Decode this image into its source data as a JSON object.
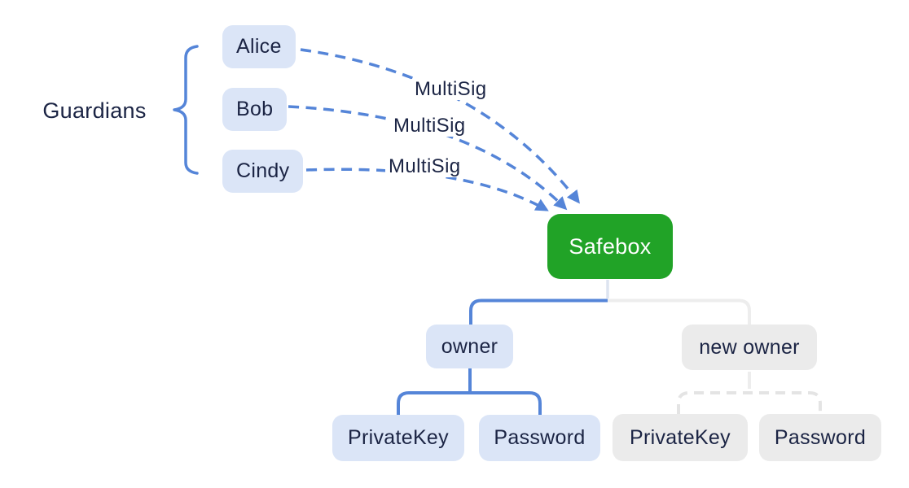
{
  "diagram": {
    "guardians_group": {
      "label": "Guardians",
      "members": [
        {
          "label": "Alice"
        },
        {
          "label": "Bob"
        },
        {
          "label": "Cindy"
        }
      ]
    },
    "edges": [
      {
        "from": "Alice",
        "to": "Safebox",
        "label": "MultiSig",
        "style": "dashed-arrow"
      },
      {
        "from": "Bob",
        "to": "Safebox",
        "label": "MultiSig",
        "style": "dashed-arrow"
      },
      {
        "from": "Cindy",
        "to": "Safebox",
        "label": "MultiSig",
        "style": "dashed-arrow"
      }
    ],
    "safebox": {
      "label": "Safebox"
    },
    "owner_branch": {
      "label": "owner",
      "connector_style": "solid-blue",
      "children": [
        {
          "label": "PrivateKey"
        },
        {
          "label": "Password"
        }
      ]
    },
    "new_owner_branch": {
      "label": "new owner",
      "connector_style": "dashed-gray",
      "children": [
        {
          "label": "PrivateKey"
        },
        {
          "label": "Password"
        }
      ]
    }
  },
  "icons": [
    {
      "name": "curly-brace",
      "meaning": "groups Alice, Bob, Cindy under Guardians"
    },
    {
      "name": "arrowhead",
      "meaning": "dashed arrow pointing into Safebox"
    }
  ],
  "colors": {
    "canvas_bg": "#ffffff",
    "accent_blue": "#5585d8",
    "node_blue_bg": "#dbe5f7",
    "node_gray_bg": "#ebebeb",
    "gray_line": "#ededed",
    "gray_dash_line": "#e4e4e4",
    "pale_stub": "#dde4f0",
    "root_green": "#21a327",
    "text_navy": "#1b2444",
    "root_text": "#ffffff"
  }
}
